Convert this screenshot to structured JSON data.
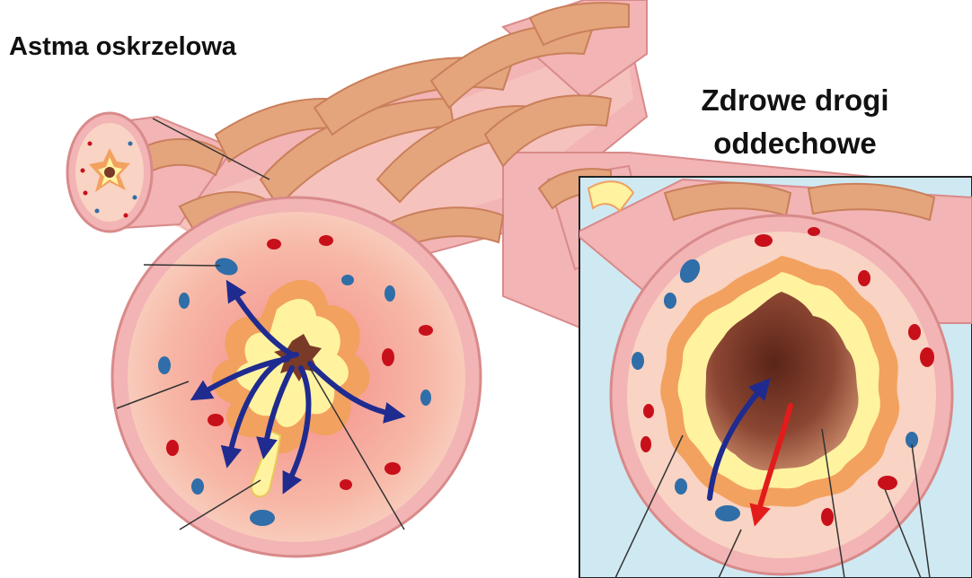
{
  "labels": {
    "asthma_title": "Astma oskrzelowa",
    "healthy_title_line1": "Zdrowe drogi",
    "healthy_title_line2": "oddechowe"
  },
  "colors": {
    "airway_wall": "#f2b4b4",
    "airway_wall_dark": "#d98a8a",
    "muscle_band": "#e4a57d",
    "muscle_band_dark": "#c97f5a",
    "tissue": "#f9d3c3",
    "inflamed_tissue": "#f6a8a0",
    "mucosa_orange": "#f2a15f",
    "mucosa_yellow": "#fff3a0",
    "lumen_dark": "#7a3a28",
    "inset_background": "#cfe9f3",
    "vessel_red": "#c8101a",
    "vessel_blue": "#2f6ea8",
    "arrow_blue": "#1f2b8f",
    "arrow_red": "#e31b1b"
  },
  "icons": {
    "inflow_arrow": "arrow-blue",
    "outflow_arrow": "arrow-red"
  }
}
